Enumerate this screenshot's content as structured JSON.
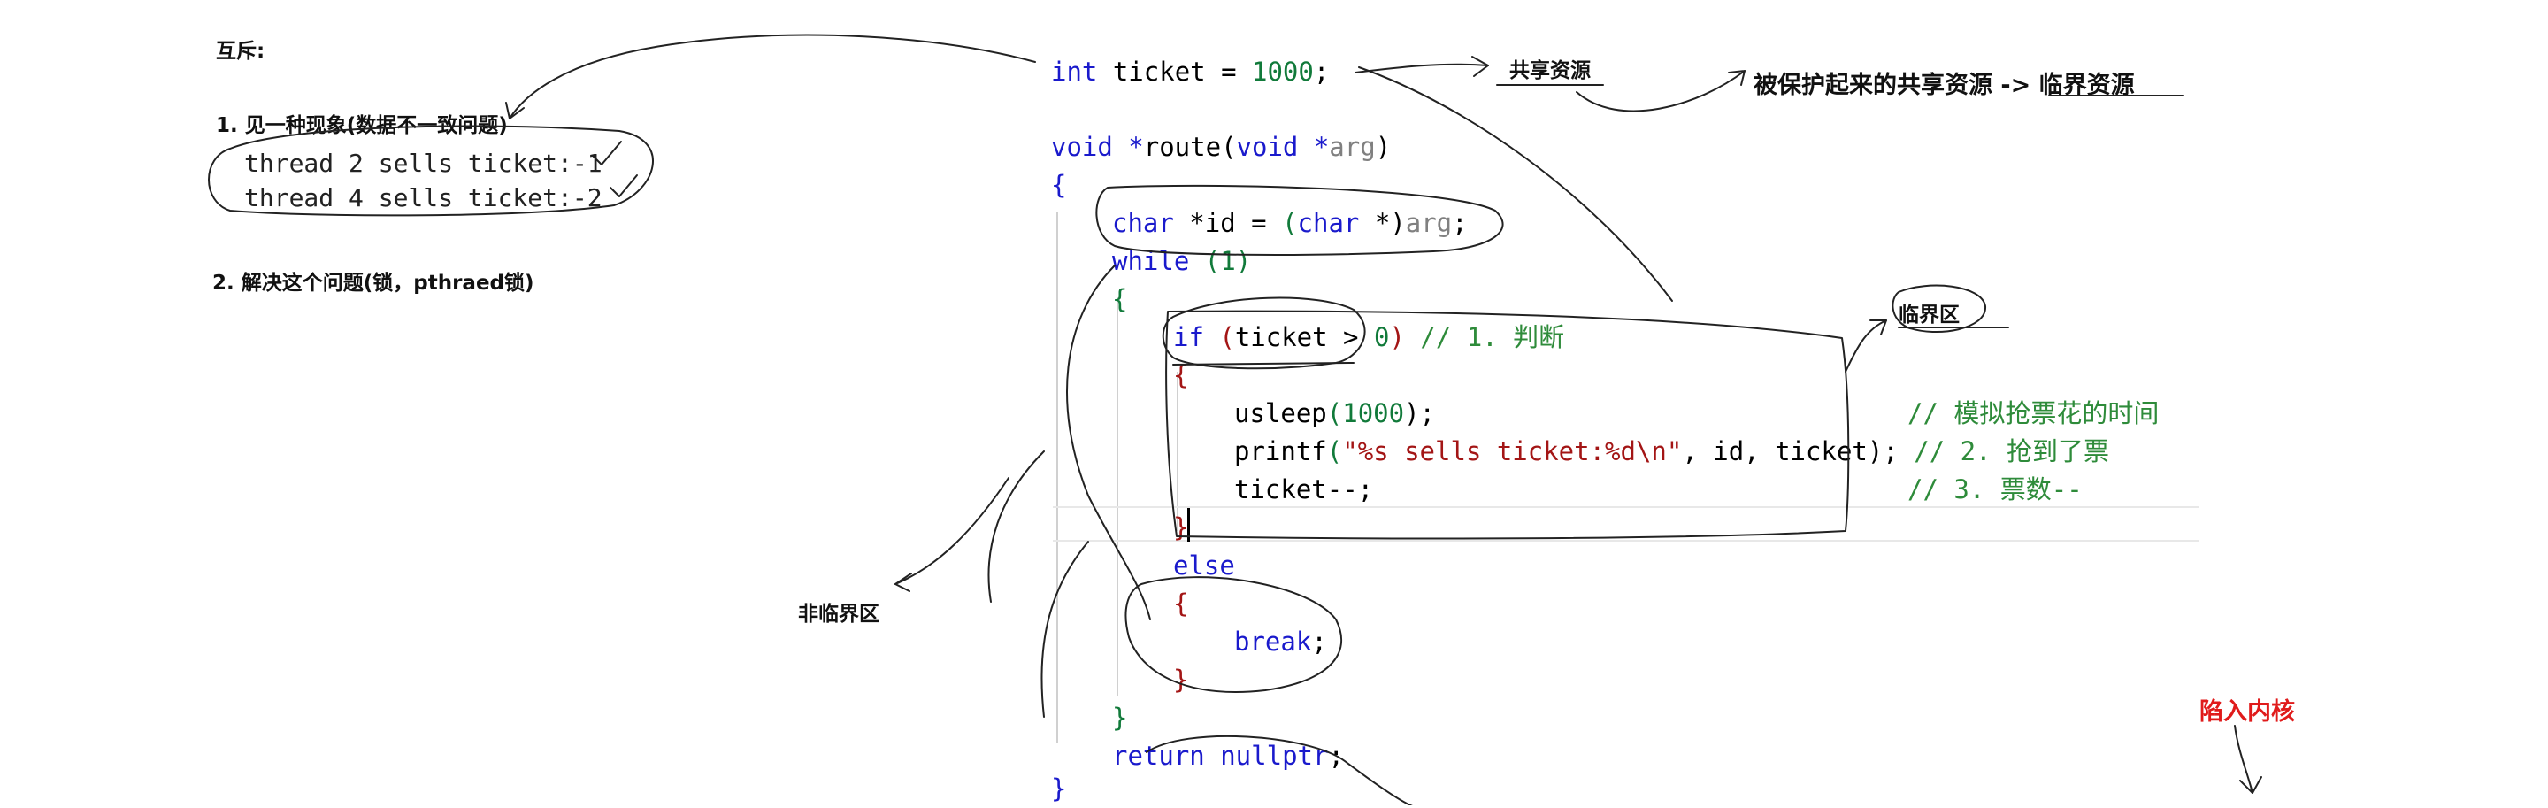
{
  "notes": {
    "mutex_title": "互斥:",
    "point1": "1. 见一种现象(数据不一致问题)",
    "point2": "2. 解决这个问题(锁，pthraed锁)",
    "shared_resource": "共享资源",
    "critical_resource": "被保护起来的共享资源 -> 临界资源",
    "critical_section": "临界区",
    "noncritical_section": "非临界区",
    "trap_kernel": "陷入内核"
  },
  "output_lines": [
    "thread 2 sells ticket:-1",
    "thread 4 sells ticket:-2"
  ],
  "code": {
    "decl_type": "int",
    "decl_name": " ticket = ",
    "decl_value": "1000",
    "decl_end": ";",
    "func_void": "void",
    "func_star": " *",
    "func_name": "route(",
    "func_param_type": "void",
    "func_param_star": " *",
    "func_param": "arg",
    "func_close": ")",
    "brace_open": "{",
    "char_kw": "char",
    "char_mid": " *id = ",
    "char_paren_open": "(",
    "char_cast": "char",
    "char_cast_star": " *)",
    "char_arg": "arg",
    "char_end": ";",
    "while_kw": "while",
    "while_cond": " (1)",
    "while_brace": "{",
    "if_kw": "if",
    "if_paren": " (",
    "if_cond": "ticket > ",
    "if_zero": "0",
    "if_close": ")",
    "if_comment": " // 1. 判断",
    "if_brace": "{",
    "usleep_name": "usleep",
    "usleep_open": "(",
    "usleep_arg": "1000",
    "usleep_close": ");",
    "comment_sim": "// 模拟抢票花的时间",
    "printf_name": "printf",
    "printf_open": "(",
    "printf_str": "\"%s sells ticket:%d\\n\"",
    "printf_rest": ", id, ticket);",
    "comment_grab": " // 2. 抢到了票",
    "ticket_dec": "ticket--;",
    "comment_count": "// 3. 票数--",
    "if_brace_close": "}",
    "else_kw": "else",
    "else_brace": "{",
    "break_kw": "break",
    "break_end": ";",
    "else_brace_close": "}",
    "while_brace_close": "}",
    "return_kw": "return",
    "return_val": " nullptr",
    "return_end": ";",
    "func_brace_close": "}"
  },
  "colors": {
    "keyword": "#1a1acc",
    "number": "#117a3a",
    "string": "#a31515",
    "comment": "#2e8b3a",
    "red_note": "#e01b1b"
  }
}
